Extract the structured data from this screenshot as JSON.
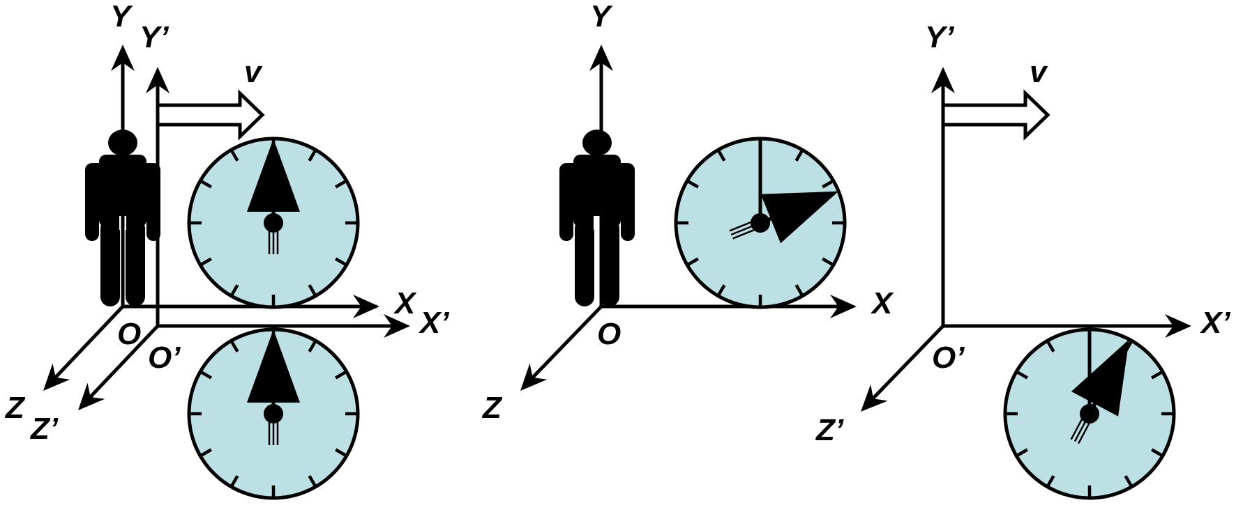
{
  "colors": {
    "ink": "#000000",
    "clock_face": "#bde0e4",
    "background": "#ffffff"
  },
  "panels": [
    {
      "id": "left",
      "labels": {
        "y": "Y",
        "y_prime": "Y’",
        "x": "X",
        "x_prime": "X’",
        "z": "Z",
        "z_prime": "Z’",
        "origin": "O",
        "origin_prime": "O’",
        "velocity": "v"
      },
      "icons": [
        "person-icon",
        "clock-icon",
        "clock-icon",
        "velocity-arrow-icon"
      ]
    },
    {
      "id": "middle",
      "labels": {
        "y": "Y",
        "x": "X",
        "z": "Z",
        "origin": "O"
      },
      "icons": [
        "person-icon",
        "clock-icon"
      ]
    },
    {
      "id": "right",
      "labels": {
        "y_prime": "Y’",
        "x_prime": "X’",
        "z_prime": "Z’",
        "origin_prime": "O’",
        "velocity": "v"
      },
      "icons": [
        "clock-icon",
        "velocity-arrow-icon"
      ]
    }
  ]
}
